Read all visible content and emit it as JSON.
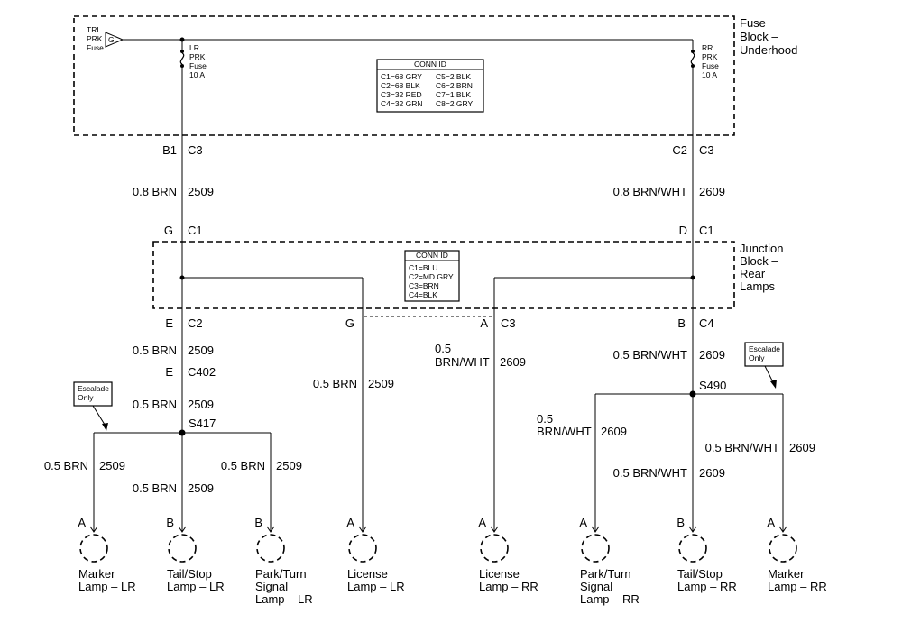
{
  "fuse_block": {
    "name": "Fuse\nBlock –\nUnderhood",
    "trl_fuse": "TRL\nPRK\nFuse",
    "g_symbol": "G",
    "lr_fuse": "LR\nPRK\nFuse\n10 A",
    "rr_fuse": "RR\nPRK\nFuse\n10 A",
    "conn_id_title": "CONN ID",
    "conn_id_left": [
      "C1=68 GRY",
      "C2=68 BLK",
      "C3=32 RED",
      "C4=32 GRN"
    ],
    "conn_id_right": [
      "C5=2 BLK",
      "C6=2 BRN",
      "C7=1 BLK",
      "C8=2 GRY"
    ]
  },
  "junction_block": {
    "name": "Junction\nBlock –\nRear\nLamps",
    "conn_id_title": "CONN ID",
    "conn_id": [
      "C1=BLU",
      "C2=MD GRY",
      "C3=BRN",
      "C4=BLK"
    ]
  },
  "connectors": {
    "b1": "B1",
    "c3_left": "C3",
    "c2_right": "C2",
    "c3_right": "C3",
    "g": "G",
    "c1_left": "C1",
    "d": "D",
    "c1_right": "C1",
    "e_top": "E",
    "c2_jb": "C2",
    "g_lic": "G",
    "a_c3": "A",
    "c3_jb": "C3",
    "b_c4": "B",
    "c4": "C4",
    "e_c402": "E",
    "c402": "C402"
  },
  "wires": {
    "w_left_top": "0.8 BRN",
    "n_left_top": "2509",
    "w_right_top": "0.8 BRN/WHT",
    "n_right_top": "2609",
    "w_e_c2": "0.5 BRN",
    "n_e_c2": "2509",
    "w_c402": "0.5 BRN",
    "n_c402": "2509",
    "w_lic_lr": "0.5 BRN",
    "n_lic_lr": "2509",
    "w_lic_rr": "0.5\nBRN/WHT",
    "n_lic_rr": "2609",
    "w_b_c4": "0.5 BRN/WHT",
    "n_b_c4": "2609",
    "w_marker_lr": "0.5 BRN",
    "n_marker_lr": "2509",
    "w_tail_lr": "0.5 BRN",
    "n_tail_lr": "2509",
    "w_park_lr": "0.5 BRN",
    "n_park_lr": "2509",
    "w_park_rr": "0.5\nBRN/WHT",
    "n_park_rr": "2609",
    "w_tail_rr": "0.5 BRN/WHT",
    "n_tail_rr": "2609",
    "w_marker_rr": "0.5 BRN/WHT",
    "n_marker_rr": "2609"
  },
  "splices": {
    "s417": "S417",
    "s490": "S490"
  },
  "notes": {
    "escalade_left": "Escalade\nOnly",
    "escalade_right": "Escalade\nOnly"
  },
  "lamps": [
    {
      "pin": "A",
      "label": "Marker\nLamp – LR"
    },
    {
      "pin": "B",
      "label": "Tail/Stop\nLamp – LR"
    },
    {
      "pin": "B",
      "label": "Park/Turn\nSignal\nLamp – LR"
    },
    {
      "pin": "A",
      "label": "License\nLamp – LR"
    },
    {
      "pin": "A",
      "label": "License\nLamp – RR"
    },
    {
      "pin": "A",
      "label": "Park/Turn\nSignal\nLamp – RR"
    },
    {
      "pin": "B",
      "label": "Tail/Stop\nLamp – RR"
    },
    {
      "pin": "A",
      "label": "Marker\nLamp – RR"
    }
  ]
}
